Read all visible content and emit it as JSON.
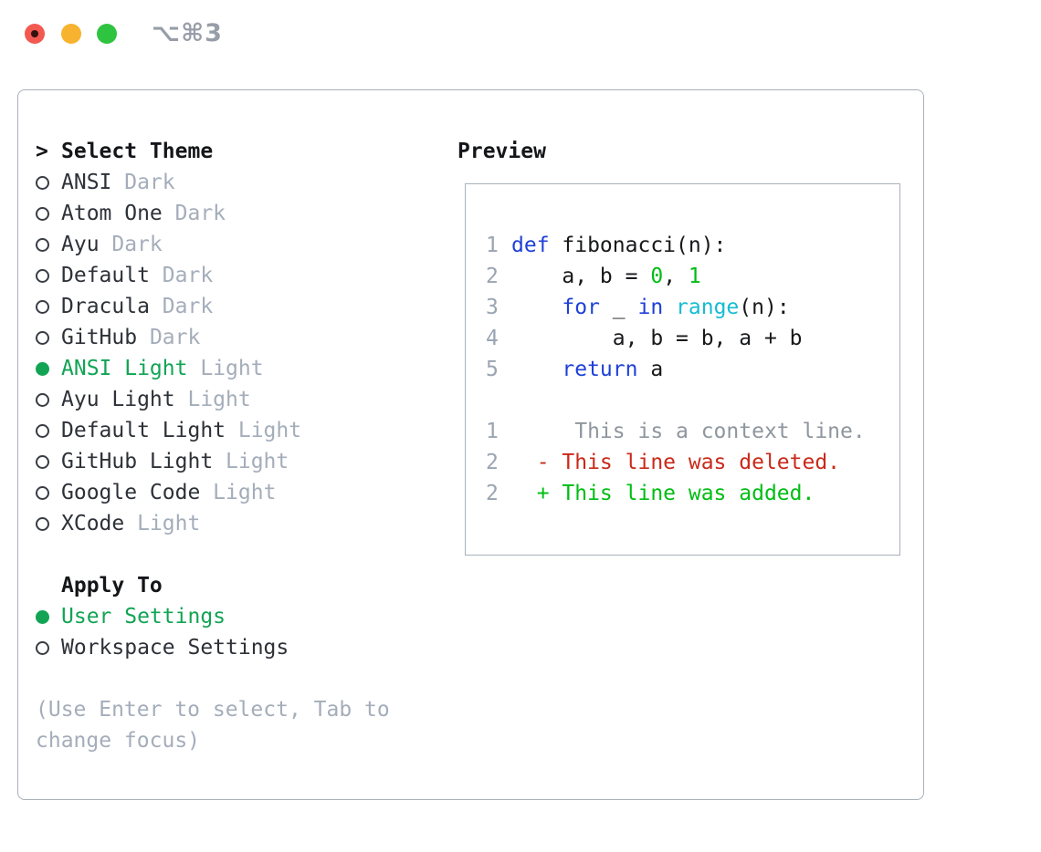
{
  "window": {
    "title": "⌥⌘3"
  },
  "theme_panel": {
    "header": {
      "prefix": ">",
      "label": "Select Theme"
    },
    "themes": [
      {
        "name": "ANSI",
        "tag": "Dark",
        "selected": false
      },
      {
        "name": "Atom One",
        "tag": "Dark",
        "selected": false
      },
      {
        "name": "Ayu",
        "tag": "Dark",
        "selected": false
      },
      {
        "name": "Default",
        "tag": "Dark",
        "selected": false
      },
      {
        "name": "Dracula",
        "tag": "Dark",
        "selected": false
      },
      {
        "name": "GitHub",
        "tag": "Dark",
        "selected": false
      },
      {
        "name": "ANSI Light",
        "tag": "Light",
        "selected": true
      },
      {
        "name": "Ayu Light",
        "tag": "Light",
        "selected": false
      },
      {
        "name": "Default Light",
        "tag": "Light",
        "selected": false
      },
      {
        "name": "GitHub Light",
        "tag": "Light",
        "selected": false
      },
      {
        "name": "Google Code",
        "tag": "Light",
        "selected": false
      },
      {
        "name": "XCode",
        "tag": "Light",
        "selected": false
      }
    ],
    "apply_to": {
      "header": "Apply To",
      "options": [
        {
          "label": "User Settings",
          "selected": true
        },
        {
          "label": "Workspace Settings",
          "selected": false
        }
      ]
    },
    "hint": "(Use Enter to select, Tab to change focus)"
  },
  "preview": {
    "header": "Preview",
    "code_lines": [
      {
        "num": "1",
        "segments": [
          {
            "t": "def",
            "c": "kw"
          },
          {
            "t": " fibonacci(n):",
            "c": "fg"
          }
        ]
      },
      {
        "num": "2",
        "segments": [
          {
            "t": "    a, b = ",
            "c": "fg"
          },
          {
            "t": "0",
            "c": "lit"
          },
          {
            "t": ", ",
            "c": "fg"
          },
          {
            "t": "1",
            "c": "lit"
          }
        ]
      },
      {
        "num": "3",
        "segments": [
          {
            "t": "    ",
            "c": "fg"
          },
          {
            "t": "for",
            "c": "kw"
          },
          {
            "t": " _ ",
            "c": "fg"
          },
          {
            "t": "in",
            "c": "kw"
          },
          {
            "t": " ",
            "c": "fg"
          },
          {
            "t": "range",
            "c": "fn"
          },
          {
            "t": "(n):",
            "c": "fg"
          }
        ]
      },
      {
        "num": "4",
        "segments": [
          {
            "t": "        a, b = b, a + b",
            "c": "fg"
          }
        ]
      },
      {
        "num": "5",
        "segments": [
          {
            "t": "    ",
            "c": "fg"
          },
          {
            "t": "return",
            "c": "kw"
          },
          {
            "t": " a",
            "c": "fg"
          }
        ]
      },
      {
        "num": "",
        "segments": []
      },
      {
        "num": "1",
        "segments": [
          {
            "t": "     This is a context line.",
            "c": "ctx"
          }
        ]
      },
      {
        "num": "2",
        "segments": [
          {
            "t": "  - This line was deleted.",
            "c": "del"
          }
        ]
      },
      {
        "num": "2",
        "segments": [
          {
            "t": "  + This line was added.",
            "c": "add"
          }
        ]
      }
    ]
  },
  "colors": {
    "accent_green": "#12a454",
    "code_fg": "#17181a",
    "code_keyword": "#1e40d8",
    "code_builtin": "#16bcd2",
    "code_literal": "#00bd13",
    "diff_added": "#00bd13",
    "diff_deleted": "#c9291a",
    "diff_context": "#8f969e",
    "line_number": "#9aa4b2",
    "muted_text": "#a4adba",
    "item_text": "#2d3138",
    "header_text": "#141619",
    "panel_border": "#a9b1ba",
    "traffic_red": "#f25951",
    "traffic_yellow": "#f7b32f",
    "traffic_green": "#2fc440",
    "title_text": "#989ea8"
  }
}
